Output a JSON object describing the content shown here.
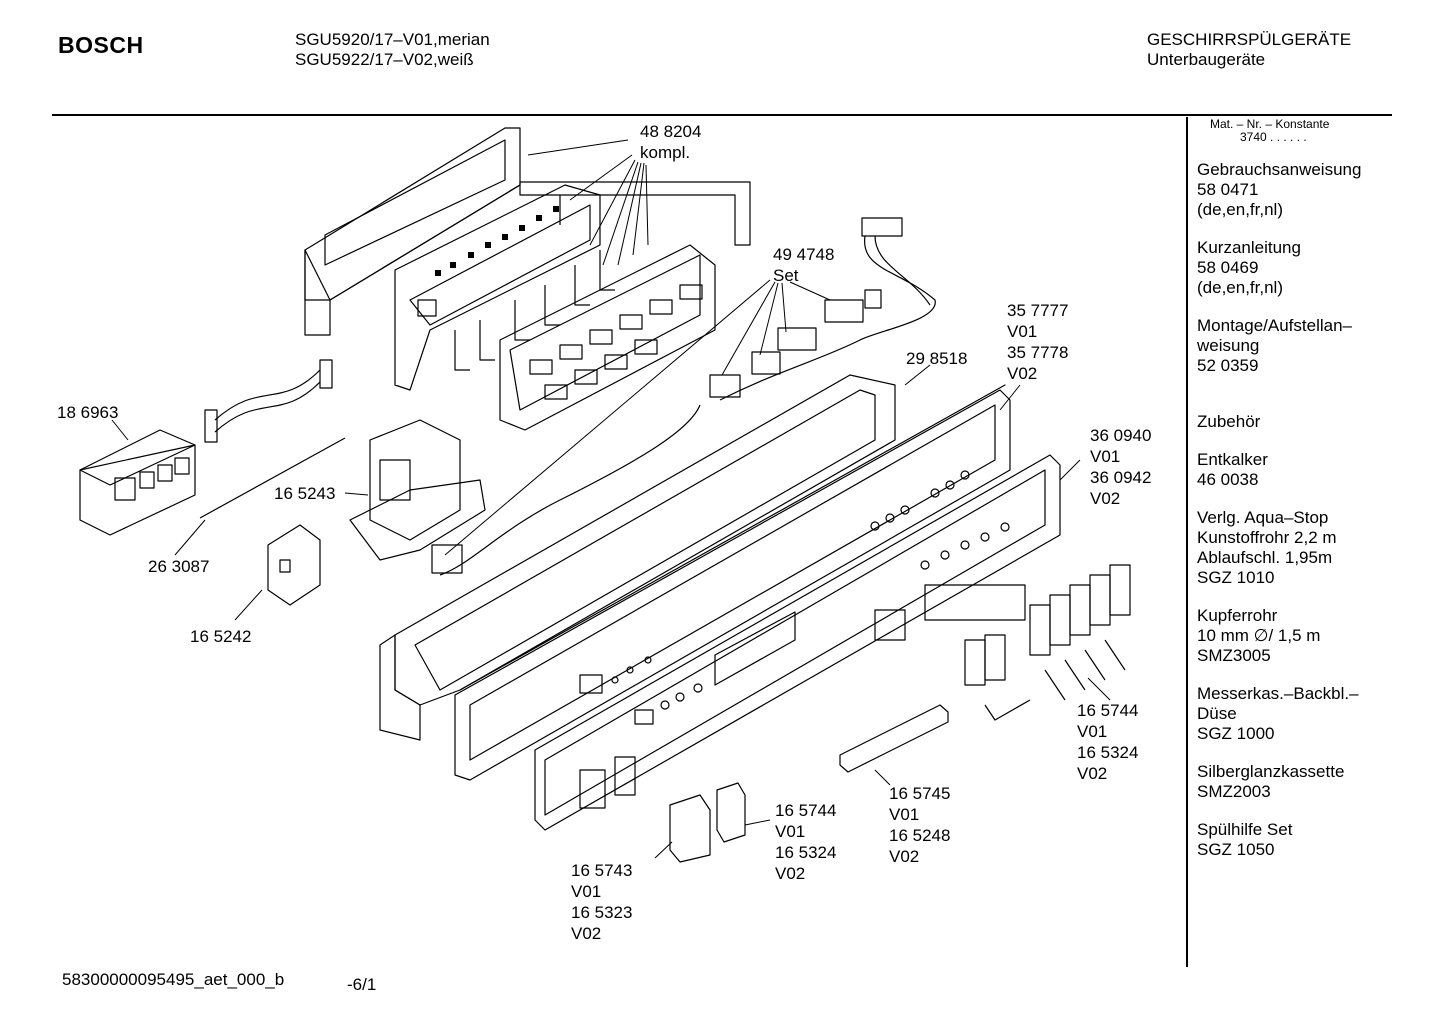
{
  "header": {
    "brand": "BOSCH",
    "model_line_1": "SGU5920/17–V01,merian",
    "model_line_2": "SGU5922/17–V02,weiß",
    "category_line_1": "GESCHIRRSPÜLGERÄTE",
    "category_line_2": "Unterbaugeräte"
  },
  "sidebar": {
    "mat_nr_label": "Mat. – Nr. – Konstante",
    "mat_nr_value": "3740 . . . . . .",
    "items": [
      {
        "lines": [
          "Gebrauchsanweisung",
          "58 0471",
          "(de,en,fr,nl)"
        ]
      },
      {
        "lines": [
          "Kurzanleitung",
          "58 0469",
          "(de,en,fr,nl)"
        ]
      },
      {
        "lines": [
          "Montage/Aufstellan–",
          "weisung",
          "52 0359"
        ]
      },
      {
        "lines": [
          "Zubehör"
        ]
      },
      {
        "lines": [
          "Entkalker",
          "46 0038"
        ]
      },
      {
        "lines": [
          "Verlg. Aqua–Stop",
          "Kunstoffrohr 2,2 m",
          "Ablaufschl. 1,95m",
          "SGZ 1010"
        ]
      },
      {
        "lines": [
          "Kupferrohr",
          "10 mm ∅/ 1,5 m",
          "SMZ3005"
        ]
      },
      {
        "lines": [
          "Messerkas.–Backbl.–",
          "Düse",
          "SGZ 1000"
        ]
      },
      {
        "lines": [
          "Silberglanzkassette",
          "SMZ2003"
        ]
      },
      {
        "lines": [
          "Spülhilfe Set",
          "SGZ 1050"
        ]
      }
    ]
  },
  "part_labels": [
    {
      "id": "p488204",
      "lines": [
        "48 8204",
        "kompl."
      ]
    },
    {
      "id": "p494748",
      "lines": [
        "49 4748",
        "Set"
      ]
    },
    {
      "id": "p357777",
      "lines": [
        "35 7777",
        "V01",
        "35 7778",
        "V02"
      ]
    },
    {
      "id": "p298518",
      "lines": [
        "29 8518"
      ]
    },
    {
      "id": "p186963",
      "lines": [
        "18 6963"
      ]
    },
    {
      "id": "p360940",
      "lines": [
        "36 0940",
        "V01",
        "36 0942",
        "V02"
      ]
    },
    {
      "id": "p165243",
      "lines": [
        "16 5243"
      ]
    },
    {
      "id": "p263087",
      "lines": [
        "26 3087"
      ]
    },
    {
      "id": "p165242",
      "lines": [
        "16 5242"
      ]
    },
    {
      "id": "p165744r",
      "lines": [
        "16 5744",
        "V01",
        "16 5324",
        "V02"
      ]
    },
    {
      "id": "p165745",
      "lines": [
        "16 5745",
        "V01",
        "16 5248",
        "V02"
      ]
    },
    {
      "id": "p165744b",
      "lines": [
        "16 5744",
        "V01",
        "16 5324",
        "V02"
      ]
    },
    {
      "id": "p165743",
      "lines": [
        "16 5743",
        "V01",
        "16 5323",
        "V02"
      ]
    }
  ],
  "footer": {
    "doc_id": "58300000095495_aet_000_b",
    "page": "-6/1"
  }
}
